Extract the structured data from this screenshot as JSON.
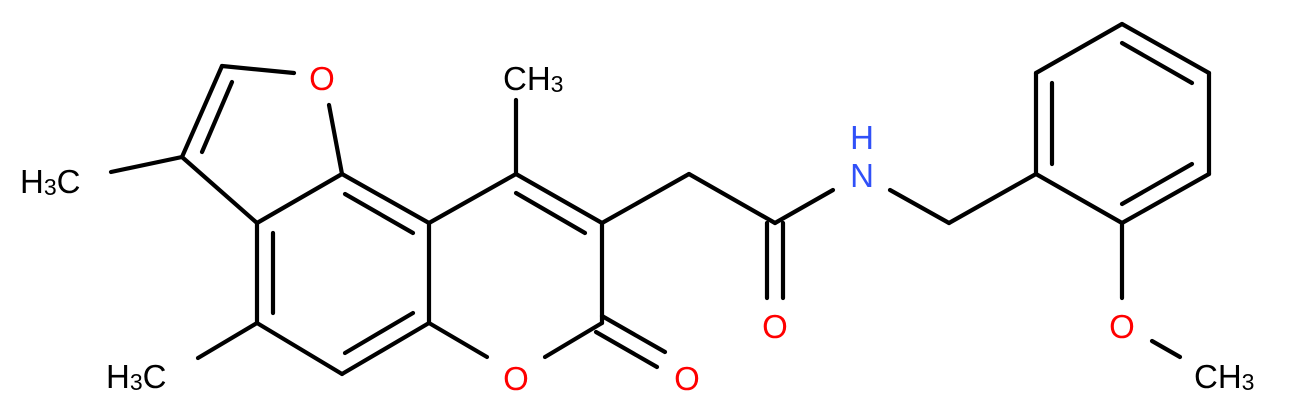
{
  "diagram": {
    "type": "chemical-structure",
    "background": "#ffffff",
    "colors": {
      "carbon": "#000000",
      "oxygen": "#ff0000",
      "nitrogen": "#3050f8"
    },
    "atoms": {
      "furan_o": {
        "element": "O",
        "text": "O"
      },
      "lactone_ring_o": {
        "element": "O",
        "text": "O"
      },
      "lactone_carbonyl_o": {
        "element": "O",
        "text": "O"
      },
      "amide_o": {
        "element": "O",
        "text": "O"
      },
      "methoxy_o": {
        "element": "O",
        "text": "O"
      },
      "amide_n": {
        "element": "N",
        "text": "N",
        "h": "H"
      },
      "methyl_3": {
        "main": "H",
        "sub": "3",
        "tail": "C"
      },
      "methyl_4": {
        "main": "H",
        "sub": "3",
        "tail": "C"
      },
      "methyl_9": {
        "main": "CH",
        "sub": "3"
      },
      "methoxy_ch3": {
        "main": "CH",
        "sub": "3"
      }
    }
  }
}
